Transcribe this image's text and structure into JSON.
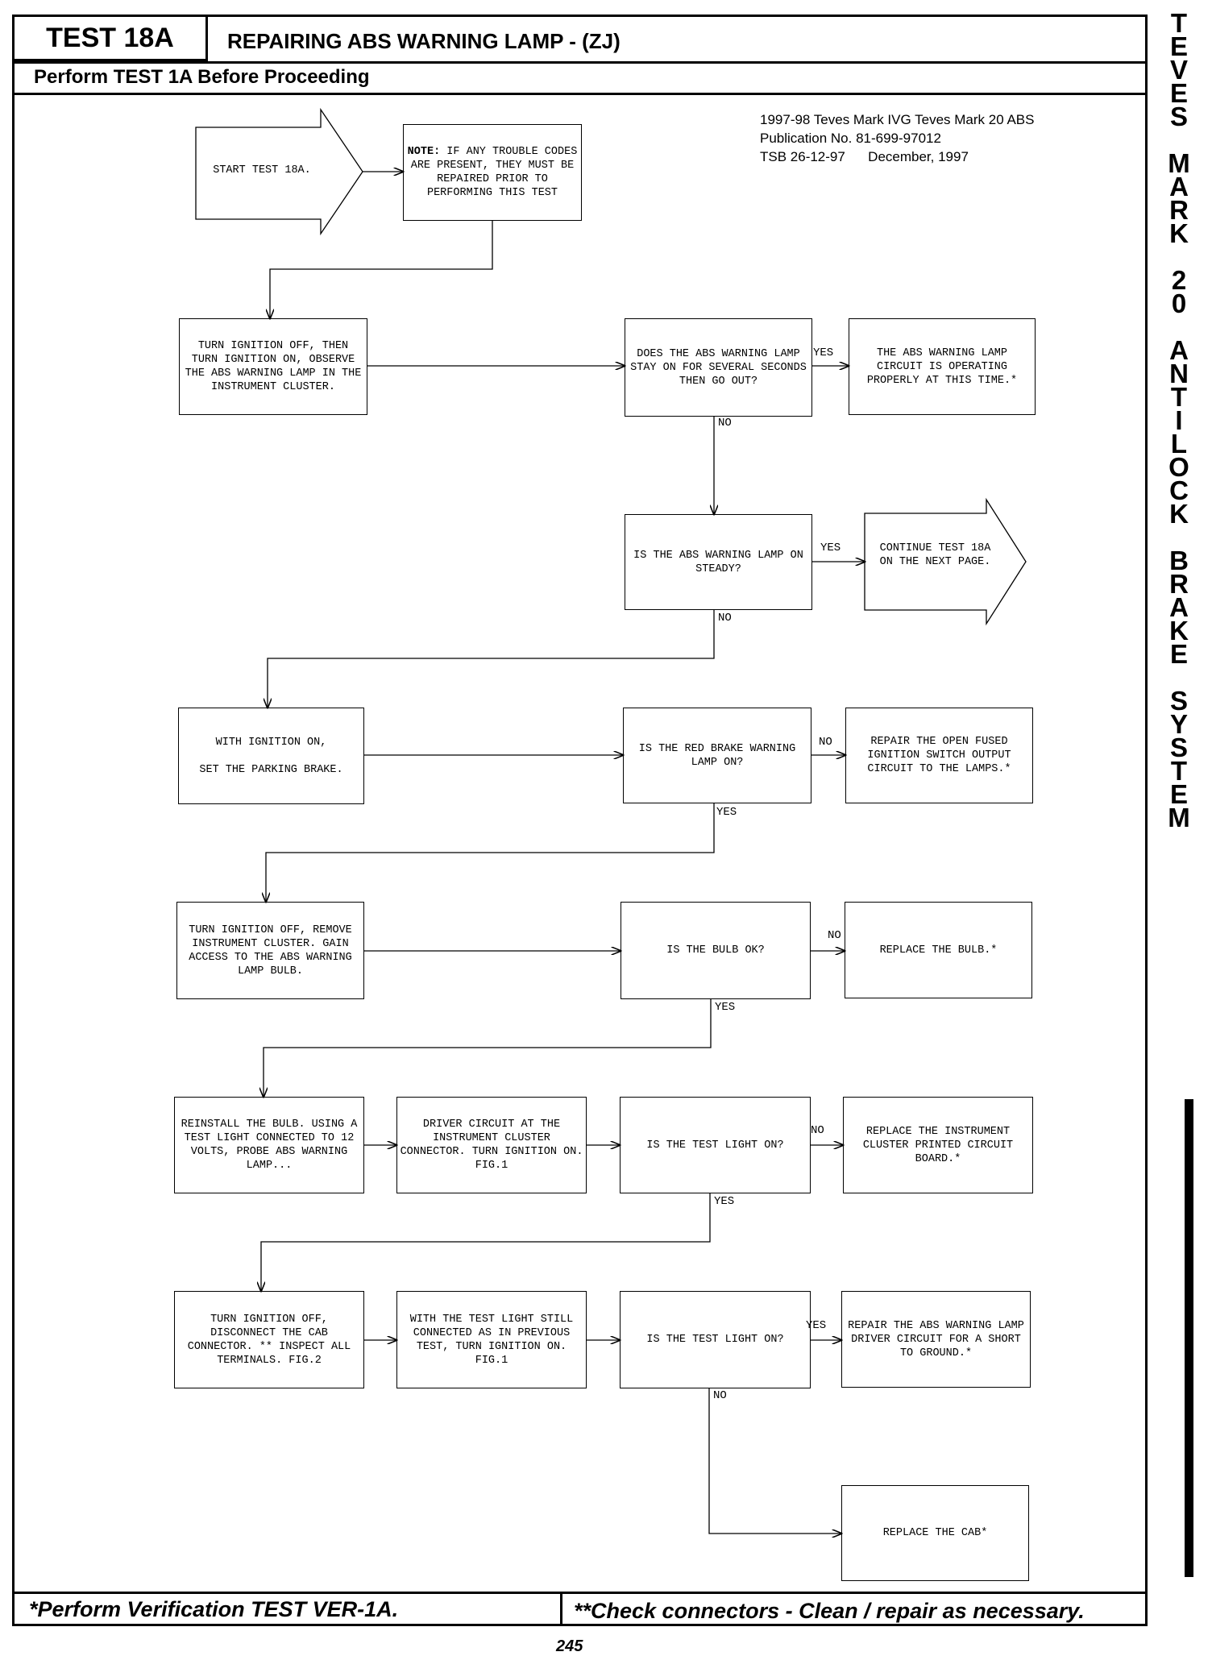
{
  "header": {
    "test_label": "TEST 18A",
    "title": "REPAIRING ABS WARNING LAMP - (ZJ)",
    "perform": "Perform TEST 1A Before Proceeding"
  },
  "publication": {
    "line1": "1997-98 Teves Mark IVG Teves Mark 20 ABS",
    "line2": "Publication No. 81-699-97012",
    "line3": "TSB 26-12-97      December, 1997"
  },
  "side_title": [
    "T",
    "E",
    "V",
    "E",
    "S",
    "",
    "M",
    "A",
    "R",
    "K",
    "",
    "2",
    "0",
    "",
    "A",
    "N",
    "T",
    "I",
    "L",
    "O",
    "C",
    "K",
    "",
    "B",
    "R",
    "A",
    "K",
    "E",
    "",
    "S",
    "Y",
    "S",
    "T",
    "E",
    "M"
  ],
  "flow": {
    "start": "START TEST 18A.",
    "note_label": "NOTE:",
    "note": " IF ANY TROUBLE CODES ARE PRESENT, THEY MUST BE REPAIRED PRIOR TO PERFORMING THIS TEST",
    "step1": "TURN IGNITION OFF, THEN TURN IGNITION ON, OBSERVE THE ABS WARNING LAMP IN THE INSTRUMENT CLUSTER.",
    "q1": "DOES THE ABS WARNING LAMP STAY ON FOR SEVERAL SECONDS THEN GO OUT?",
    "r1": "THE ABS WARNING LAMP CIRCUIT IS OPERATING PROPERLY AT THIS TIME.*",
    "q2": "IS THE ABS WARNING LAMP ON STEADY?",
    "r2": "CONTINUE TEST 18A ON THE NEXT PAGE.",
    "step3": "WITH IGNITION ON,\n\nSET THE PARKING BRAKE.",
    "q3": "IS THE RED BRAKE WARNING LAMP ON?",
    "r3": "REPAIR THE OPEN FUSED IGNITION SWITCH OUTPUT CIRCUIT TO THE LAMPS.*",
    "step4": "TURN IGNITION OFF, REMOVE INSTRUMENT CLUSTER. GAIN ACCESS TO THE ABS WARNING LAMP BULB.",
    "q4": "IS THE BULB OK?",
    "r4": "REPLACE THE BULB.*",
    "step5": "REINSTALL THE BULB. USING A TEST LIGHT CONNECTED TO 12 VOLTS, PROBE ABS WARNING LAMP...",
    "step5b": "DRIVER CIRCUIT AT THE INSTRUMENT CLUSTER CONNECTOR. TURN IGNITION ON. FIG.1",
    "q5": "IS THE TEST LIGHT ON?",
    "r5": "REPLACE THE INSTRUMENT CLUSTER PRINTED CIRCUIT BOARD.*",
    "step6": "TURN IGNITION OFF, DISCONNECT THE CAB CONNECTOR. ** INSPECT ALL TERMINALS. FIG.2",
    "step6b": "WITH THE TEST LIGHT STILL CONNECTED AS IN PREVIOUS TEST, TURN IGNITION ON. FIG.1",
    "q6": "IS THE TEST LIGHT ON?",
    "r6": "REPAIR THE ABS WARNING LAMP DRIVER CIRCUIT FOR A SHORT TO GROUND.*",
    "r7": "REPLACE THE CAB*"
  },
  "labels": {
    "yes": "YES",
    "no": "NO"
  },
  "footer": {
    "left": "*Perform Verification TEST VER-1A.",
    "right": "**Check connectors - Clean / repair as necessary.",
    "page": "245"
  }
}
